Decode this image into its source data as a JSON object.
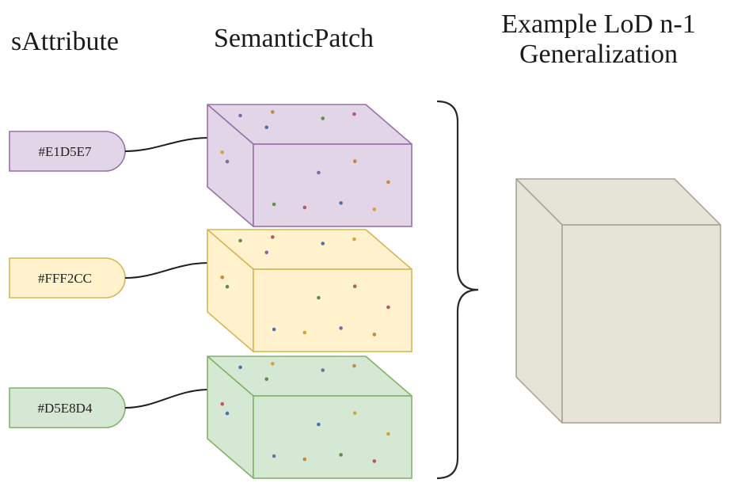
{
  "headings": {
    "attribute": "sAttribute",
    "patch": "SemanticPatch",
    "example_line1": "Example LoD n-1",
    "example_line2": "Generalization"
  },
  "attributes": [
    {
      "label": "#E1D5E7",
      "fill": "#E1D5E7",
      "stroke": "#9673A6"
    },
    {
      "label": "#FFF2CC",
      "fill": "#FFF2CC",
      "stroke": "#D6B656"
    },
    {
      "label": "#D5E8D4",
      "fill": "#D5E8D4",
      "stroke": "#82B366"
    }
  ],
  "generalized_box": {
    "fill": "#E6E4D6",
    "stroke": "#A8A694"
  },
  "dot_colors": [
    "#7B6CA8",
    "#C8873A",
    "#5E8F4E",
    "#B05A6A",
    "#4A72B0",
    "#D4A43A"
  ]
}
